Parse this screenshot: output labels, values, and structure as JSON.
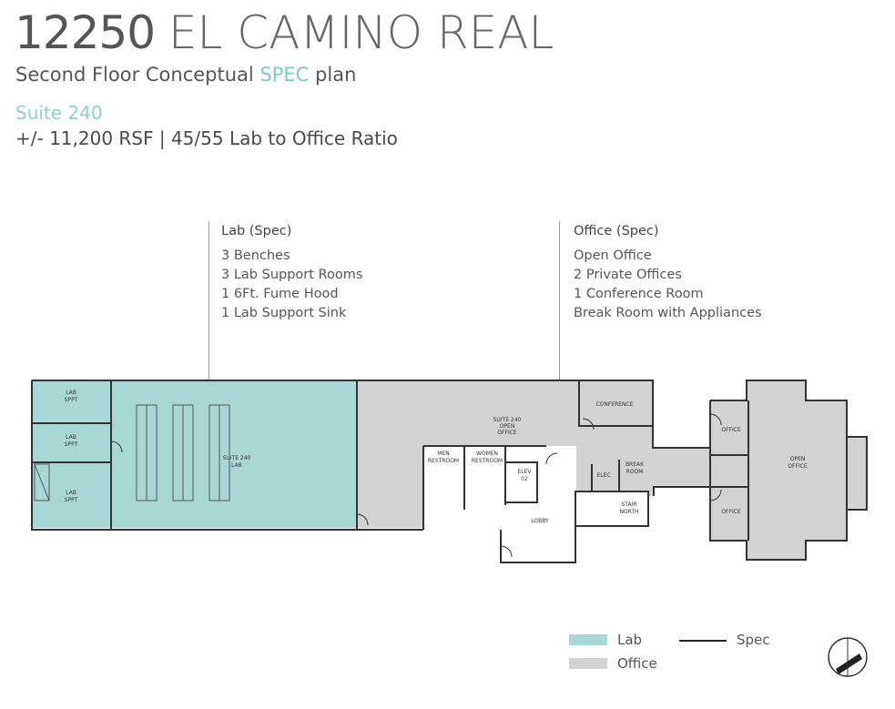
{
  "header": {
    "address_number": "12250",
    "address_street": "EL CAMINO REAL",
    "subtitle_prefix": "Second Floor Conceptual ",
    "subtitle_accent": "SPEC",
    "subtitle_suffix": " plan",
    "suite": "Suite 240",
    "area": "+/- 11,200 RSF  |  45/55 Lab to Office Ratio"
  },
  "lab_spec": {
    "heading": "Lab (Spec)",
    "items": [
      "3 Benches",
      "3 Lab Support Rooms",
      "1 6Ft. Fume Hood",
      "1 Lab Support Sink"
    ]
  },
  "office_spec": {
    "heading": "Office (Spec)",
    "items": [
      "Open Office",
      "2 Private Offices",
      "1 Conference Room",
      "Break Room with Appliances"
    ]
  },
  "rooms": {
    "lab_sppt_1": [
      "LAB",
      "SPPT"
    ],
    "lab_sppt_2": [
      "LAB",
      "SPPT"
    ],
    "lab_sppt_3": [
      "LAB",
      "SPPT"
    ],
    "suite_lab": [
      "SUITE 240",
      "LAB"
    ],
    "suite_office": [
      "SUITE 240",
      "OPEN",
      "OFFICE"
    ],
    "men": [
      "MEN",
      "RESTROOM"
    ],
    "women": [
      "WOMEN",
      "RESTROOM"
    ],
    "elev": [
      "ELEV",
      "02"
    ],
    "lobby": "LOBBY",
    "elec": "ELEC",
    "break_room": [
      "BREAK",
      "ROOM"
    ],
    "stair": [
      "STAIR",
      "NORTH"
    ],
    "conference": "CONFERENCE",
    "office_1": "OFFICE",
    "office_2": "OFFICE",
    "open_office": [
      "OPEN",
      "OFFICE"
    ]
  },
  "legend": {
    "lab_label": "Lab",
    "office_label": "Office",
    "spec_label": "Spec",
    "lab_color": "#a8d8d6",
    "office_color": "#d3d3d3"
  },
  "colors": {
    "lab": "#a8d8d6",
    "office": "#d3d3d3",
    "accent": "#7ec9c7"
  },
  "icons": {
    "compass": "north-arrow-icon"
  }
}
